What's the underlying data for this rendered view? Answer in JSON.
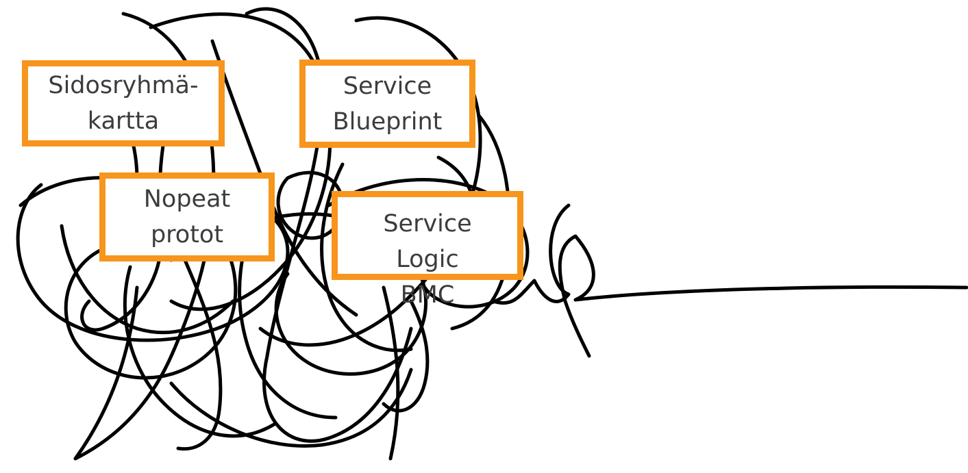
{
  "diagram": {
    "colors": {
      "box_border": "#f7951d",
      "box_text": "#3c3c3c",
      "scribble_stroke": "#000000",
      "background": "#ffffff"
    },
    "labels": {
      "stakeholder_map": [
        "Sidosryhmä-",
        "kartta"
      ],
      "service_blueprint": [
        "Service",
        "Blueprint"
      ],
      "quick_prototypes": [
        "Nopeat",
        "protot"
      ],
      "service_logic": [
        "Service",
        "Logic",
        "BMC"
      ]
    }
  }
}
